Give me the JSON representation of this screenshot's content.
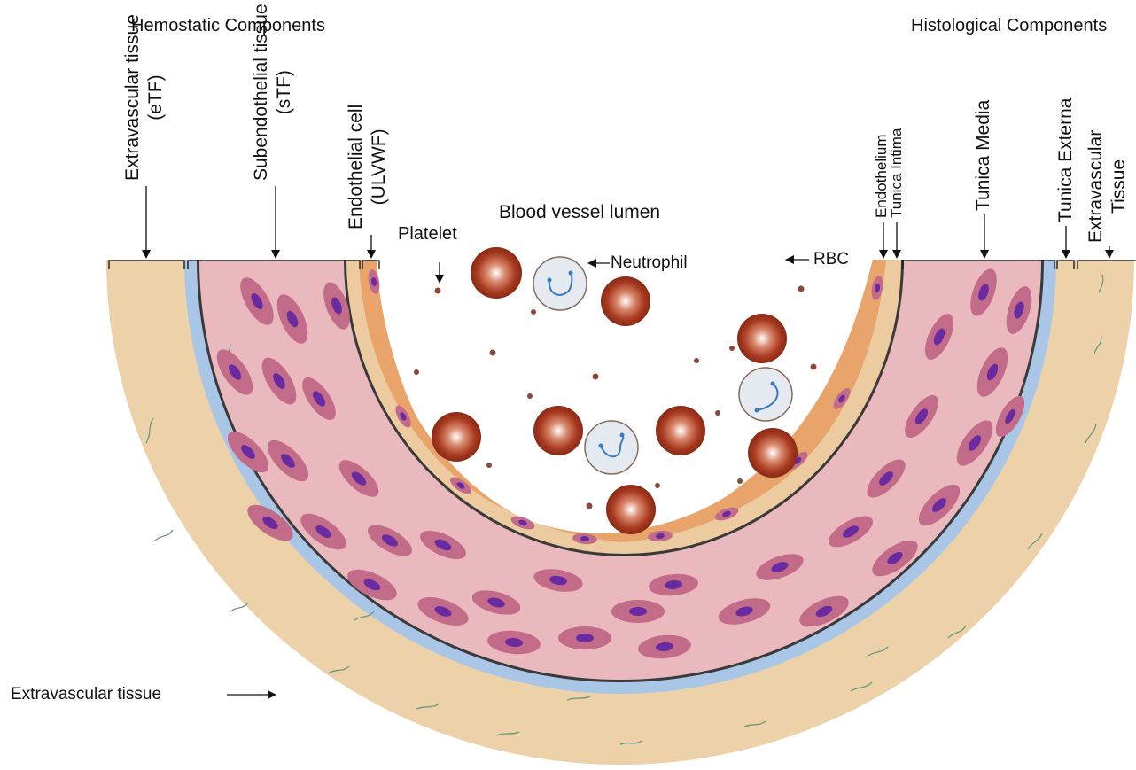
{
  "headers": {
    "left": "Hemostatic Components",
    "right": "Histological Components"
  },
  "hemostatic": {
    "extravascular": {
      "line1": "Extravascular tissue",
      "line2": "(eTF)"
    },
    "subendothelial": {
      "line1": "Subendothelial tissue",
      "line2": "(sTF)"
    },
    "endothelial": {
      "line1": "Endothelial cell",
      "line2": "(ULVWF)"
    }
  },
  "histological": {
    "endothelium": "Endothelium",
    "tunica_intima": "Tunica Intima",
    "tunica_media": "Tunica Media",
    "tunica_externa": "Tunica Externa",
    "extravascular": {
      "line1": "Extravascular",
      "line2": "Tissue"
    }
  },
  "lumen": {
    "title": "Blood vessel lumen",
    "platelet": "Platelet",
    "neutrophil": "Neutrophil",
    "rbc": "RBC"
  },
  "bottom_label": "Extravascular tissue",
  "colors": {
    "tissue": "#ecd1a9",
    "membrane": "#a9c6e7",
    "media": "#e9b9bd",
    "cell": "#c36c8a",
    "nucleus": "#6a2ba0",
    "rbc": "#a93a20",
    "intima": "#e8a46a"
  }
}
